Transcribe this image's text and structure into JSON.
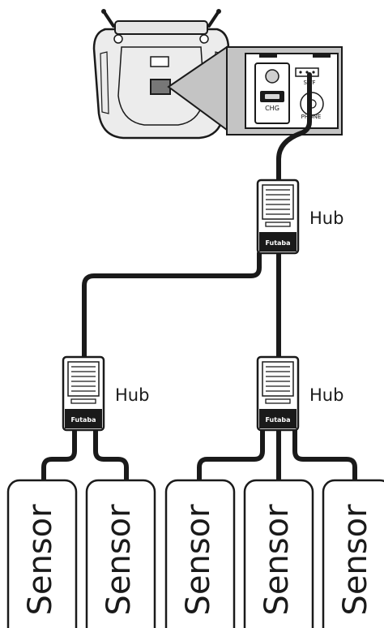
{
  "transmitter": {
    "port_labels": {
      "chg": "CHG",
      "sbus": "S.I/F",
      "phone": "PHONE"
    }
  },
  "hubs": [
    {
      "label": "Hub",
      "brand": "Futaba"
    },
    {
      "label": "Hub",
      "brand": "Futaba"
    },
    {
      "label": "Hub",
      "brand": "Futaba"
    }
  ],
  "sensors": [
    {
      "label": "Sensor"
    },
    {
      "label": "Sensor"
    },
    {
      "label": "Sensor"
    },
    {
      "label": "Sensor"
    },
    {
      "label": "Sensor"
    }
  ],
  "colors": {
    "line": "#1a1a1a",
    "device_fill": "#f2f2f2",
    "callout": "#bdbdbd"
  }
}
